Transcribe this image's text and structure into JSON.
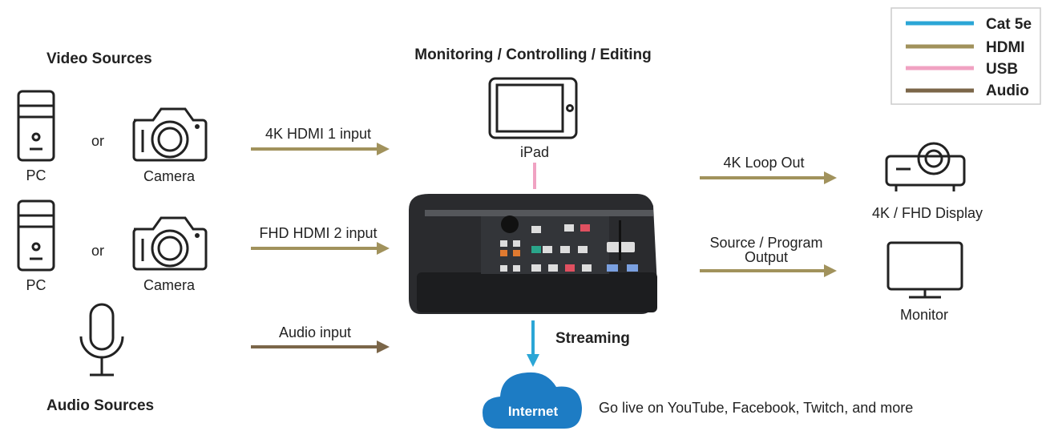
{
  "headings": {
    "video_sources": "Video Sources",
    "audio_sources": "Audio Sources",
    "monitoring": "Monitoring / Controlling / Editing"
  },
  "sources": {
    "pc": "PC",
    "or": "or",
    "camera": "Camera"
  },
  "arrows": {
    "hdmi1": "4K HDMI 1 input",
    "hdmi2": "FHD HDMI 2 input",
    "audio": "Audio input",
    "loop_out": "4K Loop Out",
    "output_line1": "Source / Program",
    "output_line2": "Output",
    "streaming": "Streaming"
  },
  "devices": {
    "ipad": "iPad",
    "display": "4K / FHD Display",
    "monitor": "Monitor",
    "internet": "Internet"
  },
  "go_live": "Go live on YouTube, Facebook, Twitch, and more",
  "legend": [
    {
      "label": "Cat 5e",
      "color": "#2ba6d6"
    },
    {
      "label": "HDMI",
      "color": "#a1925c"
    },
    {
      "label": "USB",
      "color": "#f0a2c2"
    },
    {
      "label": "Audio",
      "color": "#7b6649"
    }
  ],
  "colors": {
    "cat5e": "#2ba6d6",
    "hdmi": "#a1925c",
    "usb": "#f0a2c2",
    "audio": "#7b6649",
    "cloud": "#1d7cc4"
  }
}
